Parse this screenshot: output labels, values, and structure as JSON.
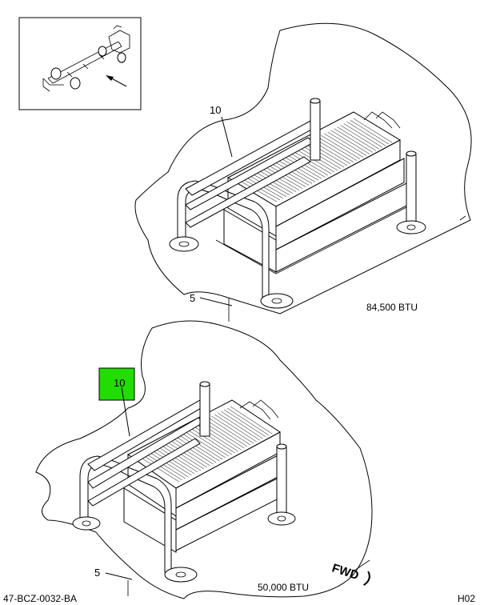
{
  "callouts": {
    "upper_heater": "10",
    "upper_floor": "5",
    "lower_heater": "10",
    "lower_floor": "5"
  },
  "captions": {
    "upper_btu": "84,500 BTU",
    "lower_btu": "50,000 BTU",
    "forward": "FWD",
    "drawing_id": "47-BCZ-0032-BA",
    "sheet": "H02"
  },
  "colors": {
    "highlight_fill": "#22dd00",
    "line": "#000000",
    "background": "#ffffff"
  }
}
